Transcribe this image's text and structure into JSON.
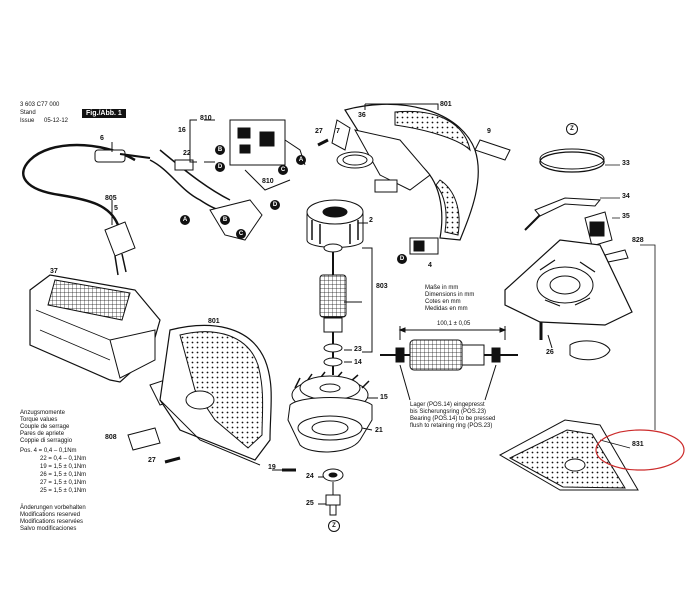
{
  "header": {
    "part_number": "3 603 C77 000",
    "stand_label": "Stand",
    "issue_label": "Issue",
    "issue_date": "05-12-12",
    "figure_label": "Fig./Abb. 1"
  },
  "torque": {
    "title": [
      "Anzugsmomente",
      "Torque values",
      "Couple de serrage",
      "Pares de apriete",
      "Coppie di serraggio"
    ],
    "rows": [
      "Pos.  4 = 0,4 – 0,1Nm",
      "22 = 0,4 – 0,1Nm",
      "19 = 1,5 ± 0,1Nm",
      "26 = 1,5 ± 0,1Nm",
      "27 = 1,5 ± 0,1Nm",
      "25 = 1,5 ± 0,1Nm"
    ]
  },
  "modifications": [
    "Änderungen vorbehalten",
    "Modifications reserved",
    "Modifications reservées",
    "Salvo modificaciones"
  ],
  "dimensions_note": [
    "Maße in mm",
    "Dimensions in mm",
    "Cotes en mm",
    "Medidas en mm"
  ],
  "dimension_value": "100,1 ± 0,05",
  "bearing_note": [
    "Lager (POS.14) eingepresst",
    "bis Sicherungsring (POS.23)",
    "Bearing (POS.14) to be pressed",
    "flush to retaining ring (POS.23)"
  ],
  "part_labels": {
    "p6": "6",
    "p805": "805",
    "p5": "5",
    "p16": "16",
    "p810a": "810",
    "p810b": "810",
    "p22": "22",
    "p27a": "27",
    "p7": "7",
    "p36": "36",
    "p801a": "801",
    "p9": "9",
    "p2": "2",
    "p4": "4",
    "p803": "803",
    "p37": "37",
    "p801b": "801",
    "p23": "23",
    "p14": "14",
    "p15": "15",
    "p21": "21",
    "p808": "808",
    "p27b": "27",
    "p19": "19",
    "p24": "24",
    "p25": "25",
    "p33": "33",
    "p34": "34",
    "p35": "35",
    "p828": "828",
    "p26": "26",
    "p831": "831"
  },
  "connectors": {
    "a": "A",
    "b": "B",
    "c": "C",
    "d": "D",
    "z": "Z"
  },
  "colors": {
    "ink": "#111111",
    "highlight": "#cc2b2b",
    "background": "#ffffff"
  }
}
